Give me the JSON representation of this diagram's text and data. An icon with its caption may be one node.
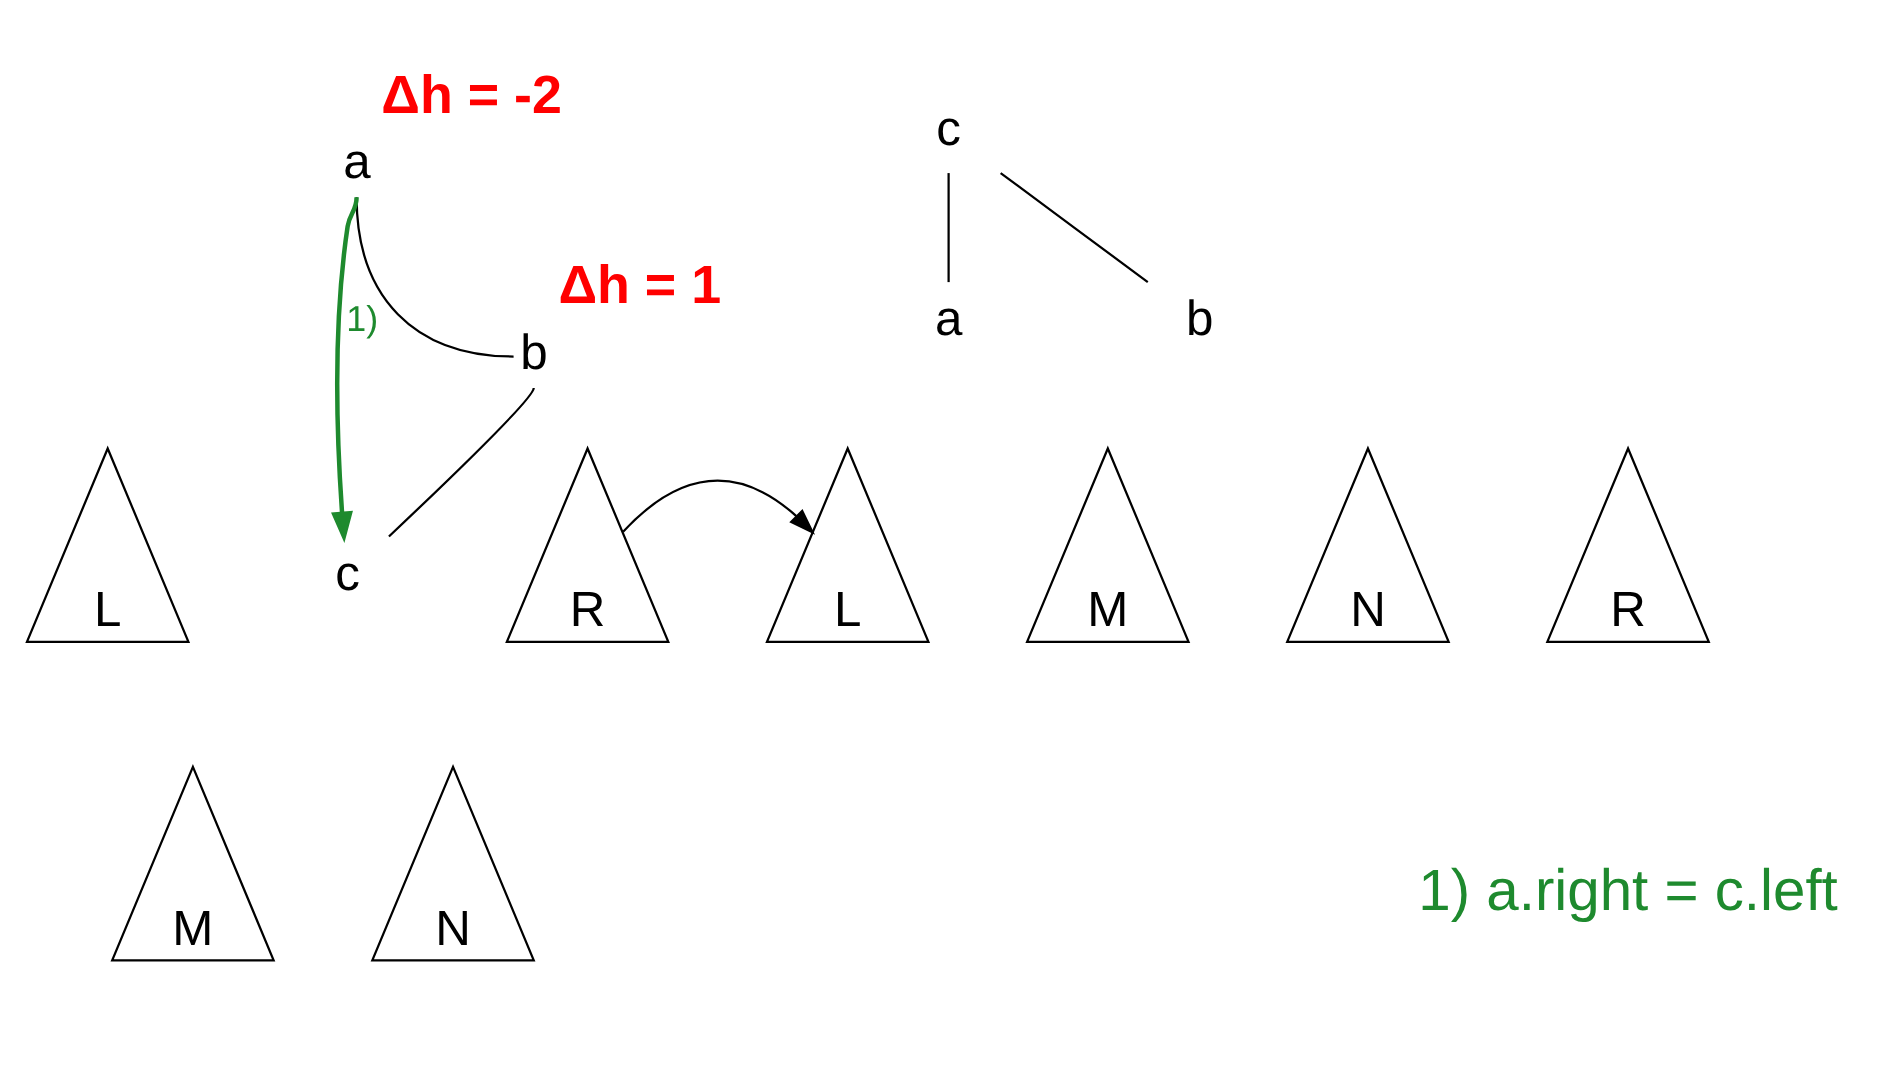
{
  "diagram": {
    "nodes": [
      {
        "text": [
          "a"
        ],
        "beside": [
          "Δh = -2"
        ]
      },
      {
        "text": [
          "L"
        ]
      },
      {
        "text": [
          "b"
        ],
        "beside": [
          "Δh = 1"
        ]
      },
      {
        "text": [
          "c"
        ]
      },
      {
        "text": [
          "M"
        ]
      },
      {
        "text": [
          "N"
        ]
      },
      {
        "text": [
          "R"
        ]
      },
      {
        "text": [
          "c"
        ]
      },
      {
        "text": [
          "a"
        ]
      },
      {
        "text": [
          "L"
        ]
      },
      {
        "text": [
          "M"
        ]
      },
      {
        "text": [
          "b"
        ]
      },
      {
        "text": [
          "N"
        ]
      },
      {
        "text": [
          "R"
        ]
      }
    ],
    "edges": [
      {
        "from": 0,
        "to": 2,
        "arrow": "none"
      },
      {
        "from": 2,
        "to": 3,
        "arrow": "none"
      },
      {
        "from": 0,
        "to": 3,
        "arrow": "to",
        "label": "1)",
        "color": "#1e8a2e"
      },
      {
        "from": 6,
        "to": 9,
        "arrow": "to"
      },
      {
        "from": 7,
        "to": 8,
        "arrow": "none"
      },
      {
        "from": 7,
        "to": 11,
        "arrow": "none"
      }
    ],
    "labels": [
      "1) a.right = c.left"
    ]
  }
}
